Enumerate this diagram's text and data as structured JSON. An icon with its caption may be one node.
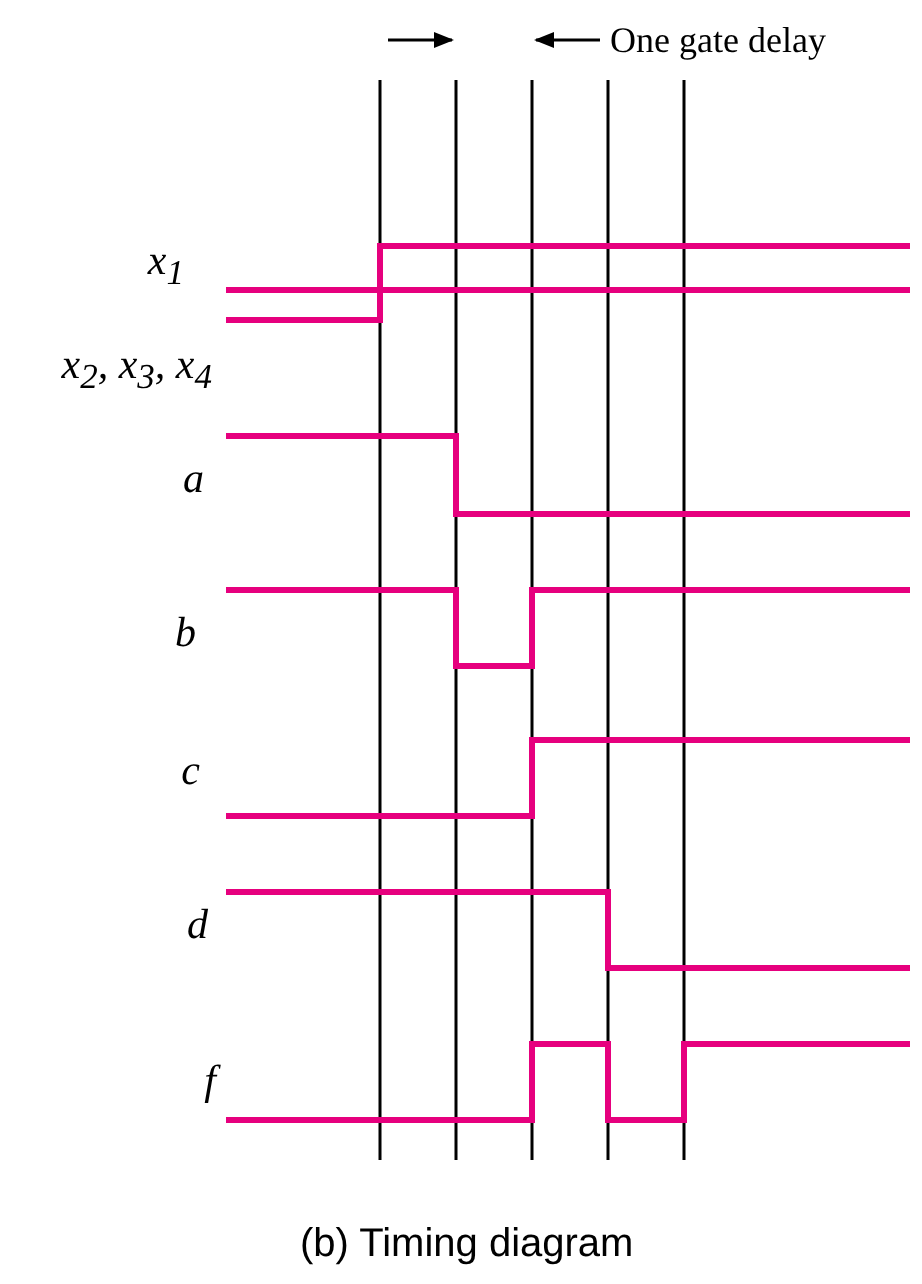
{
  "diagram": {
    "caption": "(b) Timing diagram",
    "labels": [
      "One gate delay",
      "x$_{1}$",
      "x$_{2}$, x$_{3}$, x$_{4}$",
      "a",
      "b",
      "c",
      "d",
      "f"
    ]
  }
}
